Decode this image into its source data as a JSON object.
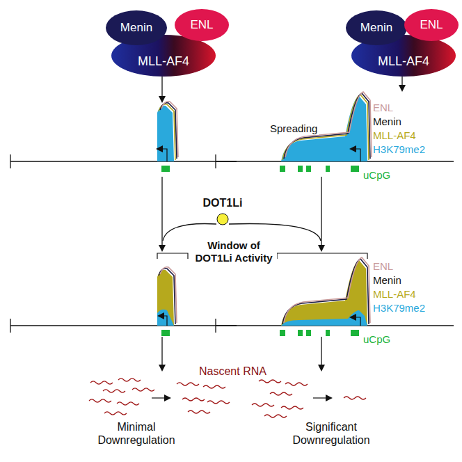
{
  "diagram": {
    "nodes": [
      {
        "text": [
          "Menin"
        ]
      },
      {
        "text": [
          "ENL"
        ]
      },
      {
        "text": [
          "MLL-AF4"
        ]
      },
      {
        "text": [
          "Menin"
        ]
      },
      {
        "text": [
          "ENL"
        ]
      },
      {
        "text": [
          "MLL-AF4"
        ]
      },
      {
        "text": [
          "DOT1Li"
        ]
      }
    ],
    "labels": [
      "Spreading",
      "ENL",
      "Menin",
      "MLL-AF4",
      "H3K79me2",
      "uCpG",
      "Window of DOT1Li Activity",
      "ENL",
      "Menin",
      "MLL-AF4",
      "H3K79me2",
      "uCpG",
      "Nascent RNA",
      "Minimal Downregulation",
      "Significant Downregulation"
    ]
  }
}
